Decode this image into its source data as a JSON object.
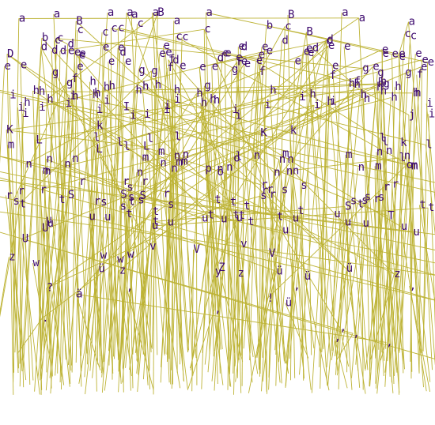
{
  "colors": {
    "background": "#ffffff",
    "letters": "#3d0a6e",
    "lines": "#bdb335"
  },
  "glyphs": [
    "a",
    "a",
    "a",
    "a",
    "a",
    "a",
    "a",
    "c",
    "c",
    "c",
    "c",
    "d",
    "c",
    "c",
    "d",
    "d",
    "B",
    "B",
    "B",
    "c",
    "a",
    "c",
    "b",
    "e",
    "e",
    "e",
    "c",
    "d",
    "e",
    "e",
    "e",
    "e",
    "e",
    "e",
    "e",
    "b",
    "f",
    "e",
    "e",
    "D",
    "e",
    "e",
    "B",
    "c",
    "e",
    "e",
    "d",
    "e",
    "e",
    "d",
    "e",
    "f",
    "a",
    "e",
    "c",
    "e",
    "F",
    "c",
    "a",
    "c",
    "e",
    "a",
    "d",
    "h",
    "d",
    "h",
    "e",
    "d",
    "h",
    "h",
    "d",
    "e",
    "h",
    "f",
    "e",
    "d",
    "h",
    "i",
    "e",
    "h",
    "e",
    "h",
    "e",
    "h",
    "h",
    "i",
    "h",
    "e",
    "g",
    "e",
    "g",
    "e",
    "h",
    "i",
    "h",
    "e",
    "h",
    "e",
    "e",
    "h",
    "e",
    "e",
    "h",
    "i",
    "i",
    "e",
    "e",
    "e",
    "c",
    "e",
    "g",
    "h",
    "f",
    "e",
    "e",
    "e",
    "f",
    "i",
    "i",
    "f",
    "g",
    "f",
    "h",
    "h",
    "h",
    "g",
    "g",
    "h",
    "i",
    "g",
    "h",
    "g",
    "h",
    "i",
    "g",
    "h",
    "i",
    "l",
    "h",
    "i",
    "h",
    "i",
    "h",
    "h",
    "i",
    "i",
    "j",
    "g",
    "l",
    "m",
    "m",
    "l",
    "i",
    "i",
    "h",
    "i",
    "l",
    "h",
    "h",
    "h",
    "i",
    "i",
    "n",
    "k",
    "l",
    "K",
    "m",
    "l",
    "l",
    "m",
    "n",
    "l",
    "i",
    "n",
    "h",
    "m",
    "i",
    "n",
    "n",
    "n",
    "l",
    "l",
    "I",
    "k",
    "r",
    "k",
    "K",
    "n",
    "n",
    "m",
    "L",
    "m",
    "o",
    "n",
    "r",
    "L",
    "m",
    "n",
    "n",
    "r",
    "s",
    "t",
    "m",
    "n",
    "n",
    "e",
    "m",
    "L",
    "n",
    "s",
    "n",
    "t",
    "p",
    "n",
    "t",
    "n",
    "n",
    "s",
    "r",
    "t",
    "n",
    "s",
    "s",
    "n",
    "t",
    "o",
    "r",
    "s",
    "n",
    "s",
    "r",
    "t",
    "r",
    "s",
    "t",
    "r",
    "t",
    "n",
    "n",
    "r",
    "r",
    "s",
    "u",
    "t",
    "r",
    "s",
    "r",
    "u",
    "s",
    "S",
    "u",
    "t",
    "T",
    "s",
    "r",
    "S",
    "u",
    "r",
    "u",
    "S",
    "u",
    "u",
    "t",
    "w",
    "u",
    "u",
    "t",
    "s",
    "S",
    "t",
    "U",
    "r",
    "u",
    "V",
    "s",
    "t",
    "u",
    "t",
    "u",
    "u",
    "t",
    "z",
    "v",
    "V",
    "z",
    "t",
    "u",
    "t",
    "z",
    "u",
    "U",
    "z",
    "u",
    "w",
    "v",
    "Z",
    "w",
    "ü",
    "ü",
    "o",
    "y",
    "w",
    "ü",
    ",",
    "ü",
    ",",
    "ä",
    ",",
    ",",
    "ü",
    "!",
    ",",
    "?",
    ",",
    ".",
    ",",
    ","
  ]
}
